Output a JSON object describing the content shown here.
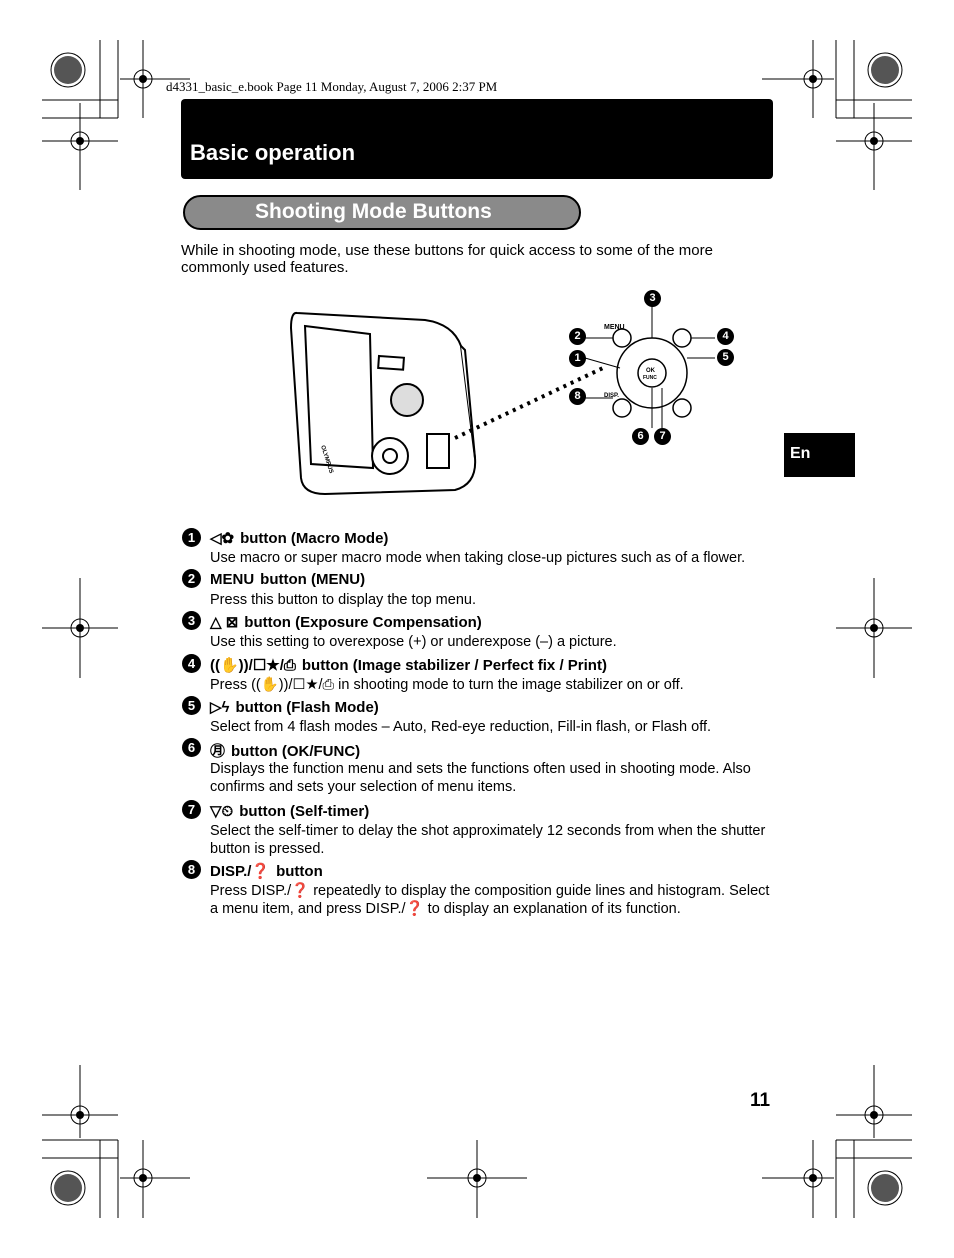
{
  "print_header": "d4331_basic_e.book  Page 11  Monday, August 7, 2006  2:37 PM",
  "section_title": "Basic operation",
  "subsection_title": "Shooting Mode Buttons",
  "intro": "While in shooting mode, use these buttons for quick access to some of the more commonly used features.",
  "language_tab": "En",
  "page_number": "11",
  "figure": {
    "camera_brand": "OLYMPUS",
    "callouts": [
      "1",
      "2",
      "3",
      "4",
      "5",
      "6",
      "7",
      "8"
    ],
    "button_labels": {
      "menu": "MENU",
      "ok": "OK",
      "func": "FUNC",
      "disp": "DISP."
    }
  },
  "items": [
    {
      "num": "1",
      "icon": "◁✿",
      "title": "button (Macro Mode)",
      "desc": "Use macro or super macro mode when taking close-up pictures such as of a flower."
    },
    {
      "num": "2",
      "icon": "MENU",
      "title": "button (MENU)",
      "desc": "Press this button to display the top menu."
    },
    {
      "num": "3",
      "icon": "△ ⊠",
      "title": "button (Exposure Compensation)",
      "desc": "Use this setting to overexpose (+) or underexpose (–) a picture."
    },
    {
      "num": "4",
      "icon": "((✋))/☐★/⎙",
      "title": "button (Image stabilizer / Perfect fix / Print)",
      "desc": "Press ((✋))/☐★/⎙ in shooting mode to turn the image stabilizer on or off."
    },
    {
      "num": "5",
      "icon": "▷ϟ",
      "title": "button (Flash Mode)",
      "desc": "Select from 4 flash modes – Auto, Red-eye reduction, Fill-in flash, or Flash off."
    },
    {
      "num": "6",
      "icon": "㊊",
      "title": "button (OK/FUNC)",
      "desc": "Displays the function menu and sets the functions often used in shooting mode. Also confirms and sets your selection of menu items."
    },
    {
      "num": "7",
      "icon": "▽⏲",
      "title": "button (Self-timer)",
      "desc": "Select the self-timer to delay the shot approximately 12 seconds from when the shutter button is pressed."
    },
    {
      "num": "8",
      "icon": "DISP./❓",
      "title": "button",
      "desc": "Press DISP./❓ repeatedly to display the composition guide lines and histogram. Select a menu item, and press DISP./❓ to display an explanation of its function."
    }
  ]
}
